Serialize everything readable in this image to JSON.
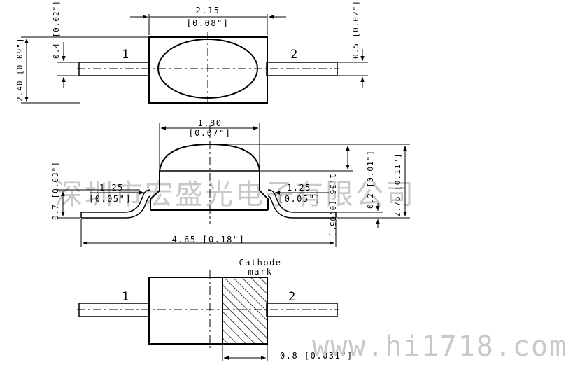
{
  "top_view": {
    "width_dim": "2.15",
    "width_inch": "[0.08\"]",
    "left_dim": "0.4 [0.02\"]",
    "height_dim": "2.40 [0.09\"]",
    "right_dim": "0.5 [0.02\"]",
    "pin1": "1",
    "pin2": "2"
  },
  "side_view": {
    "dome_width": "1.80",
    "dome_width_inch": "[0.07\"]",
    "dome_height": "1.36 [0.05\"]",
    "left_height": "0.7 [0.03\"]",
    "lead_thickness": "0.2 [0.01\"]",
    "total_height": "2.76 [0.11\"]",
    "left_pad": "1.25",
    "left_pad_inch": "[0.05\"]",
    "right_pad": "1.25",
    "right_pad_inch": "[0.05\"]",
    "total_width": "4.65 [0.18\"]"
  },
  "bottom_view": {
    "cathode_label_1": "Cathode",
    "cathode_label_2": "mark",
    "pin1": "1",
    "pin2": "2",
    "mark_width": "0.8 [0.031\"]"
  },
  "watermarks": {
    "company": "深圳市宏盛光电子有限公司",
    "site": "www.hi1718.com"
  }
}
